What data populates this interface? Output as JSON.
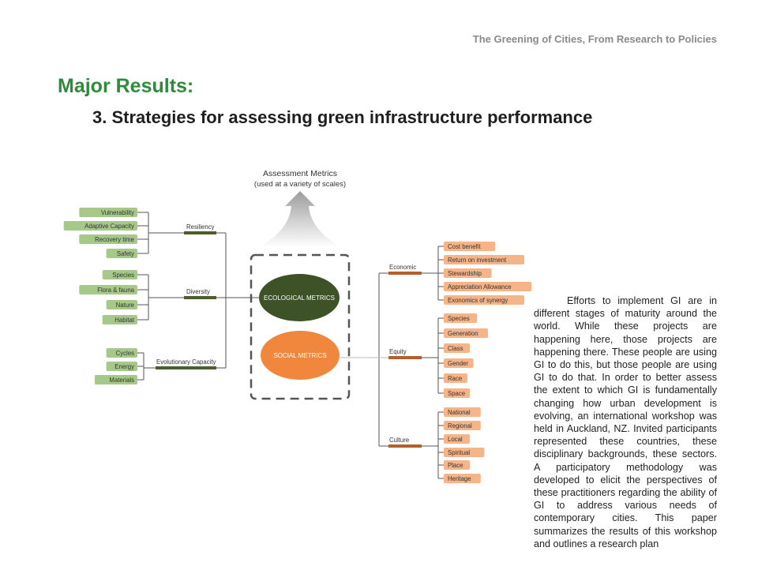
{
  "header": {
    "running_title": "The Greening of Cities, From Research to Policies"
  },
  "headings": {
    "section": "Major Results:",
    "subsection": "3. Strategies for assessing green infrastructure performance"
  },
  "diagram": {
    "top_label": {
      "line1": "Assessment Metrics",
      "line2": "(used at a variety of scales)"
    },
    "ecological": {
      "label": "ECOLOGICAL METRICS",
      "color": "#3d5227"
    },
    "social": {
      "label": "SOCIAL METRICS",
      "color": "#f0873c"
    },
    "left_groups": [
      {
        "name": "Resiliency",
        "items": [
          "Vulnerability",
          "Adaptive Capacity",
          "Recovery time",
          "Safety"
        ]
      },
      {
        "name": "Diversity",
        "items": [
          "Species",
          "Flora & fauna",
          "Nature",
          "Habitat"
        ]
      },
      {
        "name": "Evolutionary Capacity",
        "items": [
          "Cycles",
          "Energy",
          "Materials"
        ]
      }
    ],
    "right_groups": [
      {
        "name": "Economic",
        "items": [
          "Cost benefit",
          "Return on investment",
          "Stewardship",
          "Appreciation Allowance",
          "Exonomics of synergy"
        ]
      },
      {
        "name": "Equity",
        "items": [
          "Species",
          "Generation",
          "Class",
          "Gender",
          "Race",
          "Space"
        ]
      },
      {
        "name": "Culture",
        "items": [
          "National",
          "Regional",
          "Local",
          "Spiritual",
          "Place",
          "Heritage"
        ]
      }
    ],
    "colors": {
      "green_box": "#a6c98a",
      "orange_box": "#f6b489",
      "green_bar": "#4a5e2e",
      "orange_bar": "#b5602a"
    }
  },
  "paragraph": "Efforts to implement GI are in different stages of maturity around the world. While these projects are happening here, those projects are happening there. These people are using GI to do this, but those people are using GI to do that. In order to better assess the extent to which GI is fundamentally changing how urban development is evolving, an international workshop was held in Auckland, NZ. Invited participants represented these countries, these disciplinary backgrounds, these sectors. A participatory methodology was developed to elicit the perspectives of these practitioners regarding the ability of GI to address various needs of contemporary cities. This paper summarizes the results of this workshop and outlines a research plan"
}
